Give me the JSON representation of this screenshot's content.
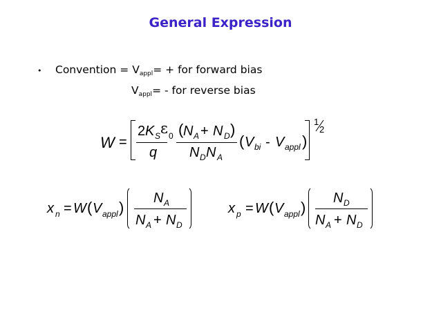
{
  "title": "General Expression",
  "bullet": "•",
  "convention": {
    "line1_prefix": "Convention = V",
    "line1_sub": "appl",
    "line1_suffix": "= + for forward bias",
    "line2_prefix": "V",
    "line2_sub": "appl",
    "line2_suffix": "= - for reverse bias"
  },
  "equation_w": {
    "lhs": "W",
    "equals": "=",
    "two": "2",
    "K": "K",
    "K_sub": "S",
    "epsilon": "ε",
    "epsilon_sub": "0",
    "open_paren": "(",
    "NA": "N",
    "NA_sub": "A",
    "plus": "+",
    "ND": "N",
    "ND_sub": "D",
    "close_paren": ")",
    "q": "q",
    "den_ND": "N",
    "den_ND_sub": "D",
    "den_NA": "N",
    "den_NA_sub": "A",
    "V": "V",
    "V_sub": "bi",
    "minus": "-",
    "Vappl": "V",
    "Vappl_sub": "appl",
    "exp_num": "1",
    "exp_den": "2"
  },
  "equation_xn": {
    "lhs": "x",
    "lhs_sub": "n",
    "equals": "=",
    "W": "W",
    "open_paren": "(",
    "V": "V",
    "V_sub": "appl",
    "close_paren": ")",
    "num": "N",
    "num_sub": "A",
    "den1": "N",
    "den1_sub": "A",
    "plus": "+",
    "den2": "N",
    "den2_sub": "D"
  },
  "equation_xp": {
    "lhs": "x",
    "lhs_sub": "p",
    "equals": "=",
    "W": "W",
    "open_paren": "(",
    "V": "V",
    "V_sub": "appl",
    "close_paren": ")",
    "num": "N",
    "num_sub": "D",
    "den1": "N",
    "den1_sub": "A",
    "plus": "+",
    "den2": "N",
    "den2_sub": "D"
  },
  "colors": {
    "title": "#3b23c9",
    "text": "#000000",
    "background": "#ffffff"
  }
}
